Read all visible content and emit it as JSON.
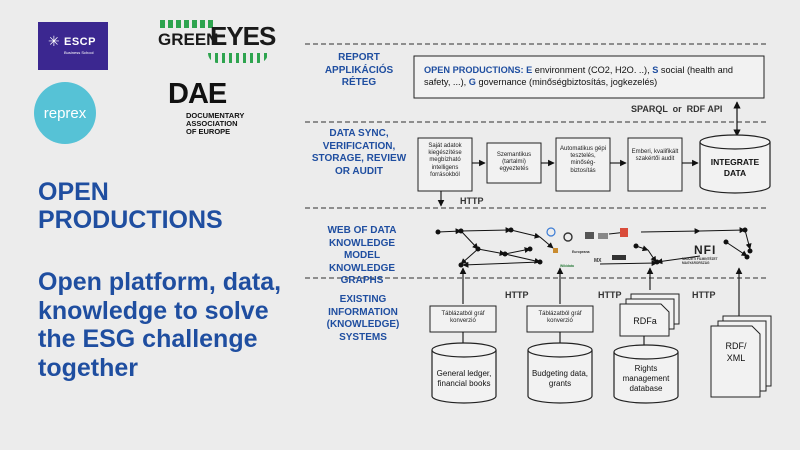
{
  "logos": {
    "escp": {
      "name": "ESCP",
      "sub": "Business School",
      "color": "#3b2790"
    },
    "greeneyes": {
      "green": "GREEN",
      "eyes": "EYES"
    },
    "reprex": {
      "name": "reprex",
      "color": "#56c2d6"
    },
    "dae": {
      "abbr": "DAE",
      "line1": "DOCUMENTARY",
      "line2": "ASSOCIATION",
      "line3": "OF EUROPE"
    }
  },
  "title": "OPEN PRODUCTIONS",
  "subtitle": "Open platform, data, knowledge to solve the ESG challenge together",
  "accent_color": "#1f4ea0",
  "layers": [
    {
      "label": "REPORT APPLIKÁCIÓS RÉTEG"
    },
    {
      "label": "DATA SYNC, VERIFICATION, STORAGE, REVIEW OR AUDIT"
    },
    {
      "label": "WEB OF DATA KNOWLEDGE MODEL KNOWLEDGE GRAPHS"
    },
    {
      "label": "EXISTING INFORMATION (KNOWLEDGE) SYSTEMS"
    }
  ],
  "report_box": {
    "text_p1": "OPEN PRODUCTIONS: E",
    "text_p2": " environment (CO2, H2O. ..), ",
    "text_p3": "S",
    "text_p4": " social (health and safety, ...), ",
    "text_p5": "G",
    "text_p6": " governance (minőségbiztosítás, jogkezelés)"
  },
  "api_label": "SPARQL  or  RDF API",
  "process_boxes": [
    "Saját adatok kiegészítése megbízható intelligens forrásokból",
    "Szemantikus (tartalmi) egyeztetés",
    "Automatikus gépi tesztelés, minőség-biztosítás",
    "Emberi, kvalifikált szakértői audit"
  ],
  "integrate": "INTEGRATE DATA",
  "http_labels": [
    "HTTP",
    "HTTP",
    "HTTP",
    "HTTP"
  ],
  "converter_label": "Táblázatból gráf konverzió",
  "converter_label_2": "Táblázatból gráf konverzió",
  "rdfa_label": "RDFa",
  "rdfxml_label": "RDF/ XML",
  "databases": [
    "General ledger, financial books",
    "Budgeting data, grants",
    "Rights management database"
  ],
  "kg_logos": [
    "NFI",
    "NEMZETI FILMINTÉZET MAGYARORSZÁG",
    "Wikidata",
    "Europeana",
    "MX"
  ]
}
